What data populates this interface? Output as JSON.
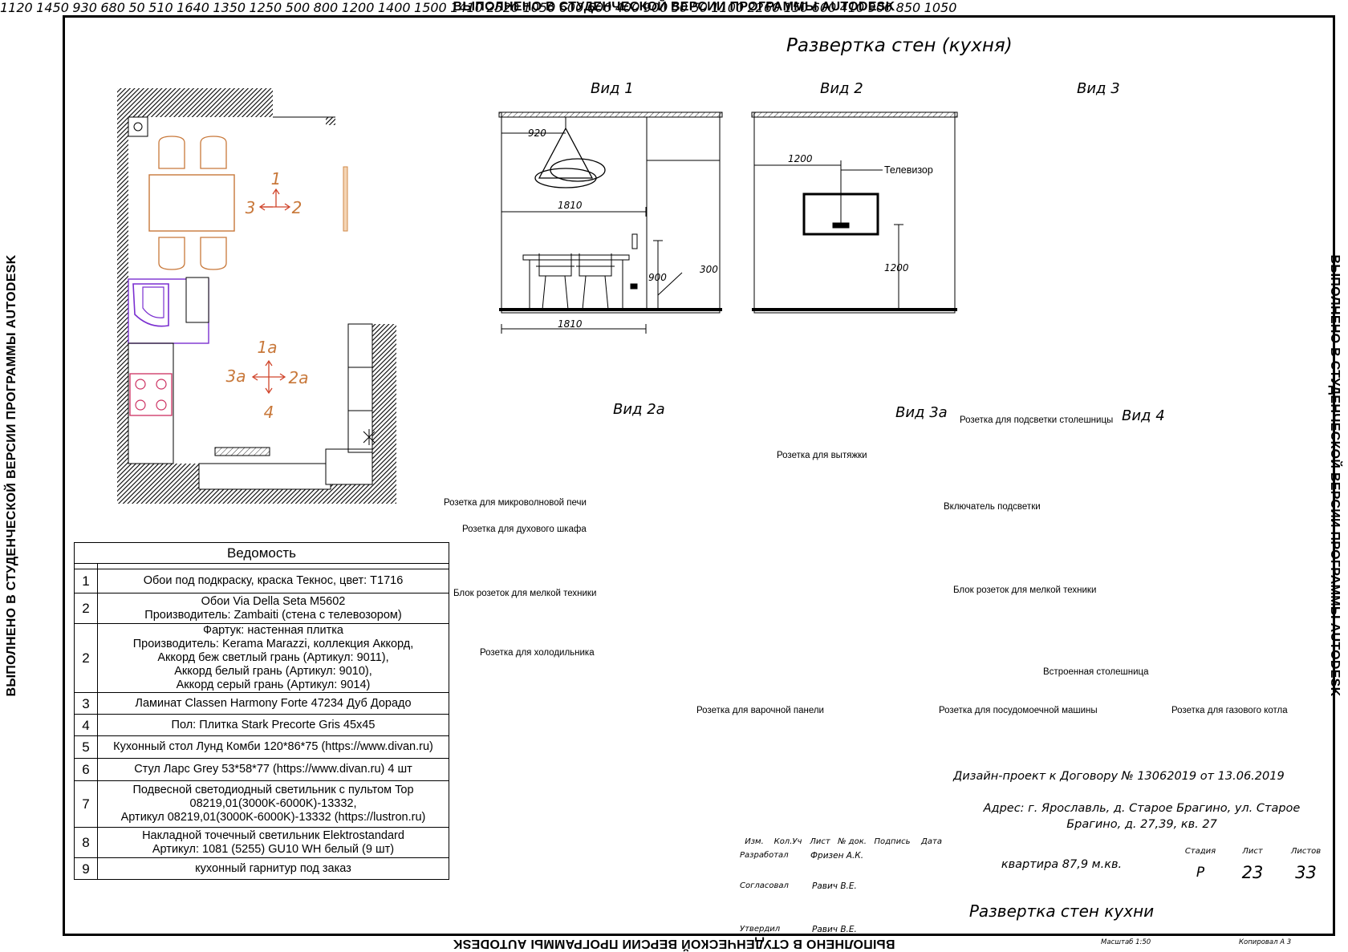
{
  "banner": "ВЫПОЛНЕНО В СТУДЕНЧЕСКОЙ ВЕРСИИ ПРОГРАММЫ AUTODESK",
  "sheet_title": "Развертка стен (кухня)",
  "views": {
    "v1": "Вид 1",
    "v2": "Вид 2",
    "v3": "Вид 3",
    "v2a": "Вид 2а",
    "v3a": "Вид 3а",
    "v4": "Вид 4"
  },
  "plan_marks": {
    "m1": "1",
    "m2": "2",
    "m3": "3",
    "m1a": "1а",
    "m2a": "2а",
    "m3a": "3а",
    "m4": "4"
  },
  "dims": {
    "v1": {
      "d920": "920",
      "d1810a": "1810",
      "d900": "900",
      "d300": "300",
      "d1810b": "1810"
    },
    "v2": {
      "d1200a": "1200",
      "d1200b": "1200"
    },
    "v3": {
      "d1120": "1120"
    },
    "v2a": {
      "d1450": "1450",
      "d930": "930",
      "d680": "680",
      "d50": "50",
      "d510": "510",
      "d1640": "1640"
    },
    "v3a": {
      "d1350": "1350",
      "d1250": "1250",
      "d500": "500",
      "d800": "800",
      "d1200": "1200",
      "d1400": "1400",
      "d1500": "1500",
      "d1410": "1410",
      "d2520": "2520",
      "d1050": "1050",
      "d600a": "600",
      "d600b": "600",
      "d400": "400",
      "d900": "900",
      "d50a": "50",
      "d50b": "50",
      "d1100": "1100",
      "d2260": "2260"
    },
    "v4": {
      "d150": "150",
      "d600": "600",
      "d410": "410",
      "d900": "900",
      "d850": "850",
      "d1050": "1050"
    }
  },
  "notes": {
    "tv": "Телевизор",
    "micro": "Розетка для микроволновой печи",
    "oven": "Розетка для духового шкафа",
    "block2a": "Блок розеток для мелкой техники",
    "fridge": "Розетка для холодильника",
    "counterlight": "Розетка для подсветки столешницы",
    "hood": "Розетка для вытяжки",
    "switch": "Включатель подсветки",
    "block3a": "Блок розеток для мелкой техники",
    "hob": "Розетка для варочной панели",
    "dish": "Розетка для посудомоечной машины",
    "builtin": "Встроенная столешница",
    "boiler": "Розетка для газового котла"
  },
  "vedomost": {
    "title": "Ведомость",
    "rows": [
      {
        "n": "1",
        "text": [
          "Обои под подкраску, краска Текнос, цвет: T1716"
        ]
      },
      {
        "n": "2",
        "text": [
          "Обои Via Della Seta M5602",
          "Производитель: Zambaiti (стена с телевозором)"
        ]
      },
      {
        "n": "2",
        "text": [
          "Фартук: настенная плитка",
          "Производитель: Kerama Marazzi, коллекция Аккорд,",
          "Аккорд беж светлый грань (Артикул: 9011),",
          "Аккорд белый грань (Артикул: 9010),",
          "Аккорд серый грань (Артикул: 9014)"
        ]
      },
      {
        "n": "3",
        "text": [
          "Ламинат Classen Harmony Forte 47234 Дуб Дорадо"
        ]
      },
      {
        "n": "4",
        "text": [
          "Пол: Плитка Stark Precorte Gris 45x45"
        ]
      },
      {
        "n": "5",
        "text": [
          "Кухонный стол Лунд Комби 120*86*75 (https://www.divan.ru)"
        ]
      },
      {
        "n": "6",
        "text": [
          "Стул Ларс Grey 53*58*77 (https://www.divan.ru) 4 шт"
        ]
      },
      {
        "n": "7",
        "text": [
          "Подвесной светодиодный светильник с пультом Top",
          "08219,01(3000K-6000K)-13332,",
          "Артикул 08219,01(3000K-6000K)-13332 (https://lustron.ru)"
        ]
      },
      {
        "n": "8",
        "text": [
          "Накладной точечный светильник Elektrostandard",
          "Артикул: 1081 (5255) GU10 WH белый (9 шт)"
        ]
      },
      {
        "n": "9",
        "text": [
          "кухонный гарнитур под заказ"
        ]
      }
    ]
  },
  "stamp": {
    "project": "Дизайн-проект к Договору № 13062019 от 13.06.2019",
    "address1": "Адрес: г. Ярославль, д. Старое Брагино, ул. Старое",
    "address2": "Брагино, д. 27,39, кв. 27",
    "hdr": {
      "izm": "Изм.",
      "kol": "Кол.Уч",
      "list": "Лист",
      "ndok": "№ док.",
      "podp": "Подпись",
      "data": "Дата"
    },
    "razrab": "Разработал",
    "razrab_name": "Фризен А.К.",
    "soglas": "Согласовал",
    "soglas_name": "Равич В.Е.",
    "utverd": "Утвердил",
    "utverd_name": "Равич В.Е.",
    "object": "квартира 87,9 м.кв.",
    "stadia_h": "Стадия",
    "list_h": "Лист",
    "listov_h": "Листов",
    "stadia": "Р",
    "list": "23",
    "listov": "33",
    "drawing": "Развертка стен кухни",
    "scale": "Масштаб 1:50",
    "format": "Копировал   А 3"
  }
}
